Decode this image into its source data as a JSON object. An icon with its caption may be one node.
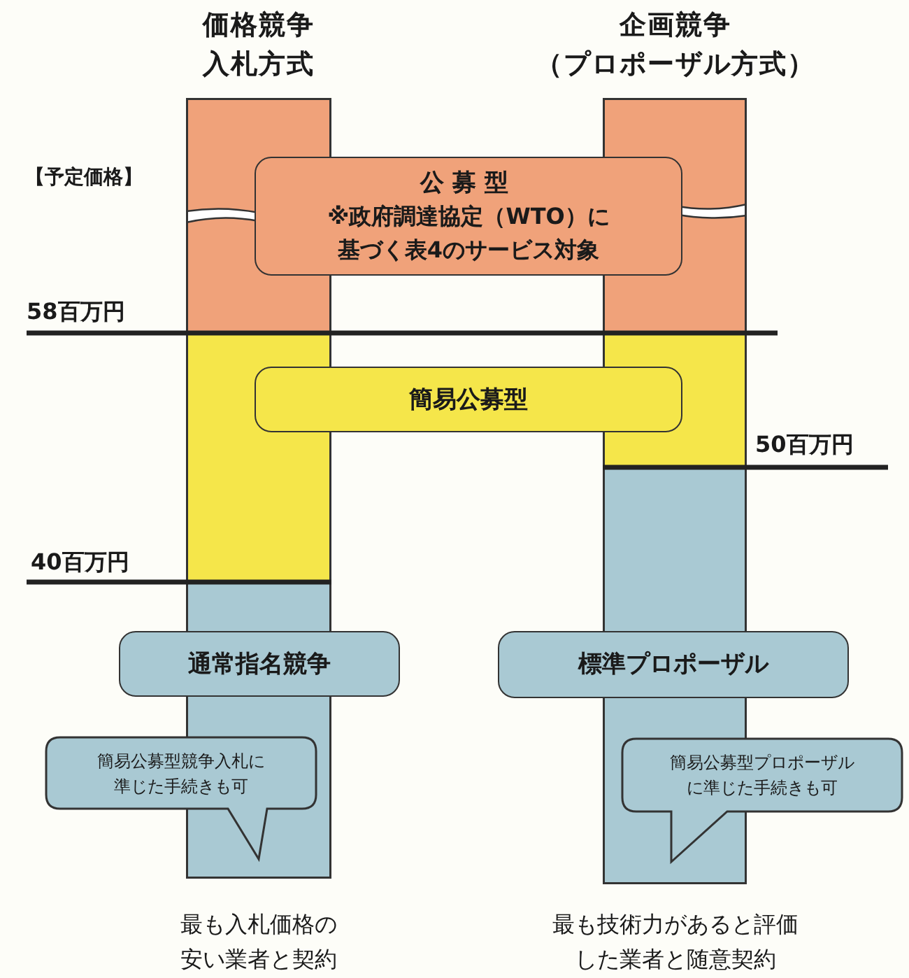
{
  "diagram": {
    "nodes": [
      {
        "text": [
          "価格競争入札方式"
        ],
        "beside": [
          "最も入札価格の安い業者と契約"
        ]
      },
      {
        "text": [
          "企画競争（プロポーザル方式）"
        ],
        "beside": [
          "最も技術力があると評価した業者と随意契約"
        ]
      },
      {
        "text": [
          "公募型",
          "※政府調達協定（WTO）に基づく表4のサービス対象"
        ]
      },
      {
        "text": [
          "簡易公募型"
        ]
      },
      {
        "text": [
          "通常指名競争"
        ]
      },
      {
        "text": [
          "簡易公募型競争入札に準じた手続きも可"
        ]
      },
      {
        "text": [
          "標準プロポーザル"
        ]
      },
      {
        "text": [
          "簡易公募型プロポーザルに準じた手続きも可"
        ]
      }
    ],
    "edges": [],
    "labels": [
      "【予定価格】",
      "58百万円",
      "50百万円",
      "40百万円"
    ]
  }
}
